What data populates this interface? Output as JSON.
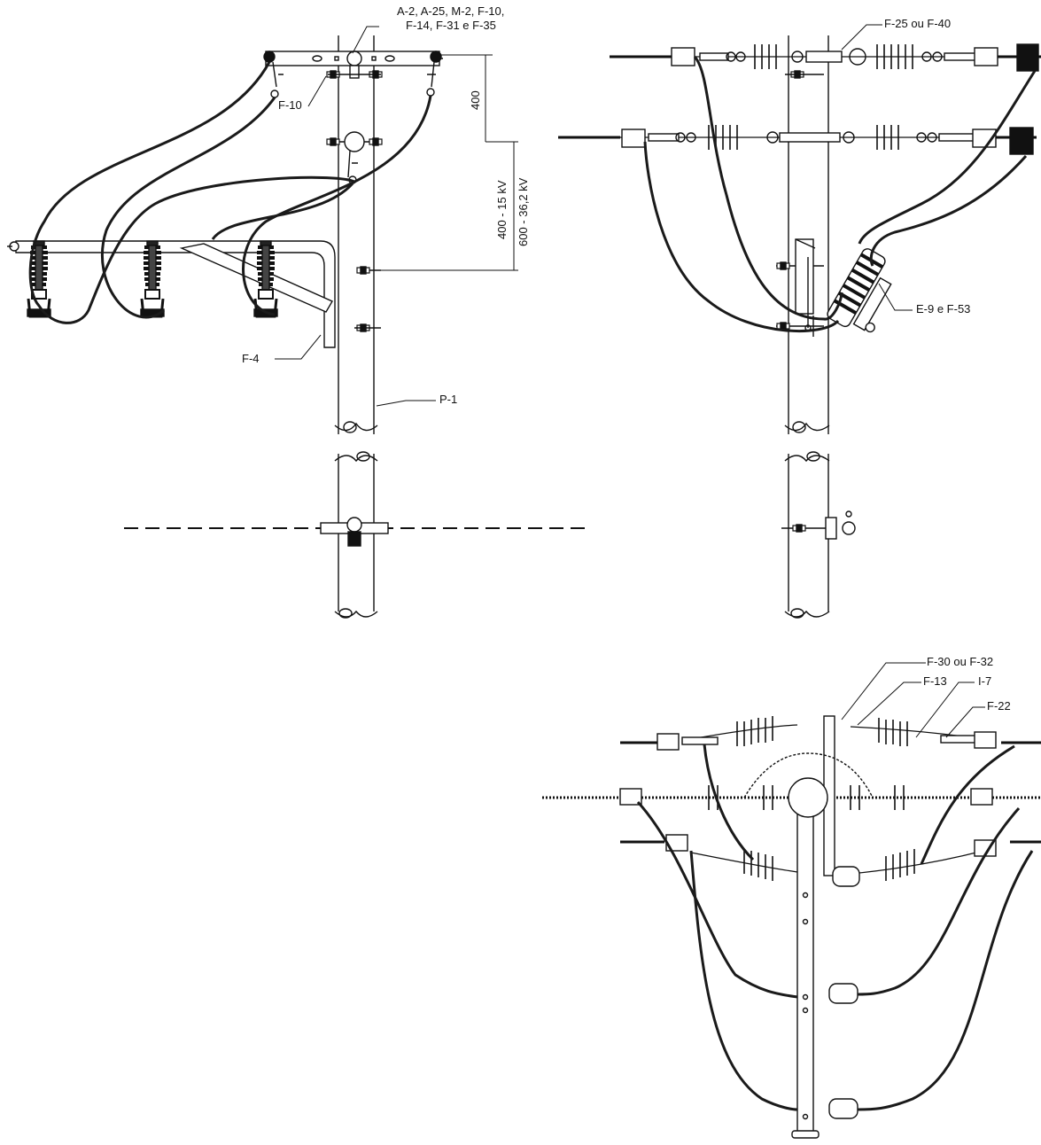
{
  "labels": {
    "top_callout_line1": "A-2, A-25, M-2, F-10,",
    "top_callout_line2": "F-14, F-31 e F-35",
    "f10": "F-10",
    "f4": "F-4",
    "p1": "P-1",
    "dim_400": "400",
    "dim_15kv": "400 - 15 kV",
    "dim_36kv": "600 - 36,2 kV",
    "f25_f40": "F-25 ou F-40",
    "e9_f53": "E-9 e F-53",
    "f30_f32": "F-30 ou F-32",
    "f13": "F-13",
    "i7": "I-7",
    "f22": "F-22"
  },
  "colors": {
    "ink": "#111111",
    "cable": "#1a1a1a",
    "fill": "#ffffff"
  }
}
